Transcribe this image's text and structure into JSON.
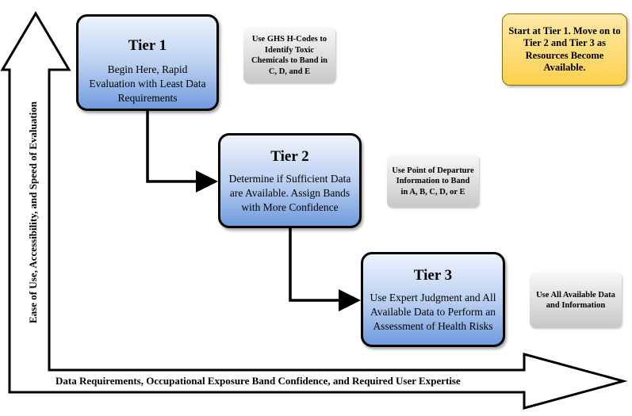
{
  "tiers": [
    {
      "title": "Tier 1",
      "description": "Begin Here, Rapid Evaluation with Least Data Requirements"
    },
    {
      "title": "Tier 2",
      "description": "Determine if Sufficient Data are Available. Assign Bands with More Confidence"
    },
    {
      "title": "Tier 3",
      "description": "Use Expert Judgment and All Available Data to Perform an Assessment of Health Risks"
    }
  ],
  "notes": [
    "Use GHS H-Codes to Identify Toxic Chemicals to Band in C, D, and E",
    "Use Point of Departure Information to Band in A, B, C, D, or E",
    "Use All Available Data and Information"
  ],
  "callout": "Start at Tier 1. Move on to Tier 2 and Tier 3 as Resources Become Available.",
  "axes": {
    "x_label": "Data Requirements, Occupational Exposure Band Confidence, and Required User Expertise",
    "y_label": "Ease of Use, Accessibility, and Speed of Evaluation"
  },
  "colors": {
    "tier_fill_top": "#eef3fc",
    "tier_fill_bottom": "#6f9bdd",
    "note_fill": "#d0d0d0",
    "callout_fill": "#fcd04e"
  }
}
